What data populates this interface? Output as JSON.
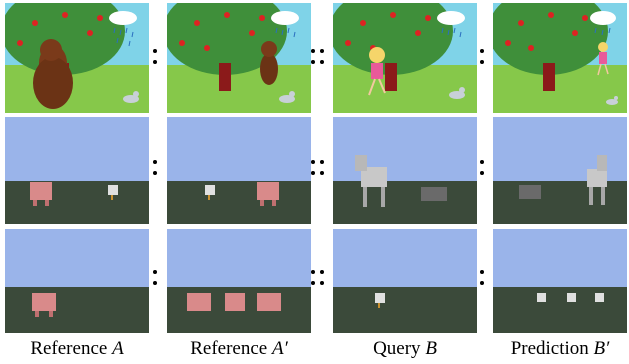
{
  "figure": {
    "columns": [
      {
        "label_text": "Reference ",
        "label_var": "A"
      },
      {
        "label_text": "Reference ",
        "label_var": "A′"
      },
      {
        "label_text": "Query ",
        "label_var": "B"
      },
      {
        "label_text": "Prediction ",
        "label_var": "B′"
      }
    ],
    "rows": [
      {
        "name": "cartoon-row",
        "panels": [
          "bear-and-bird",
          "bear-and-bird-moved",
          "girl-and-bird",
          "girl-and-bird-moved"
        ]
      },
      {
        "name": "minecraft-animals-row",
        "panels": [
          "pig-and-chicken",
          "chicken-and-pig-swapped",
          "horse-and-minecart",
          "minecart-and-horse-swapped"
        ]
      },
      {
        "name": "minecraft-count-row",
        "panels": [
          "one-pig",
          "three-pigs",
          "one-chicken",
          "three-chickens"
        ]
      }
    ],
    "colors": {
      "sky_cartoon": "#7fd3e8",
      "grass_cartoon": "#86c84a",
      "sky_minecraft": "#9ab4ea",
      "ground_minecraft": "#3b4a3a"
    }
  }
}
